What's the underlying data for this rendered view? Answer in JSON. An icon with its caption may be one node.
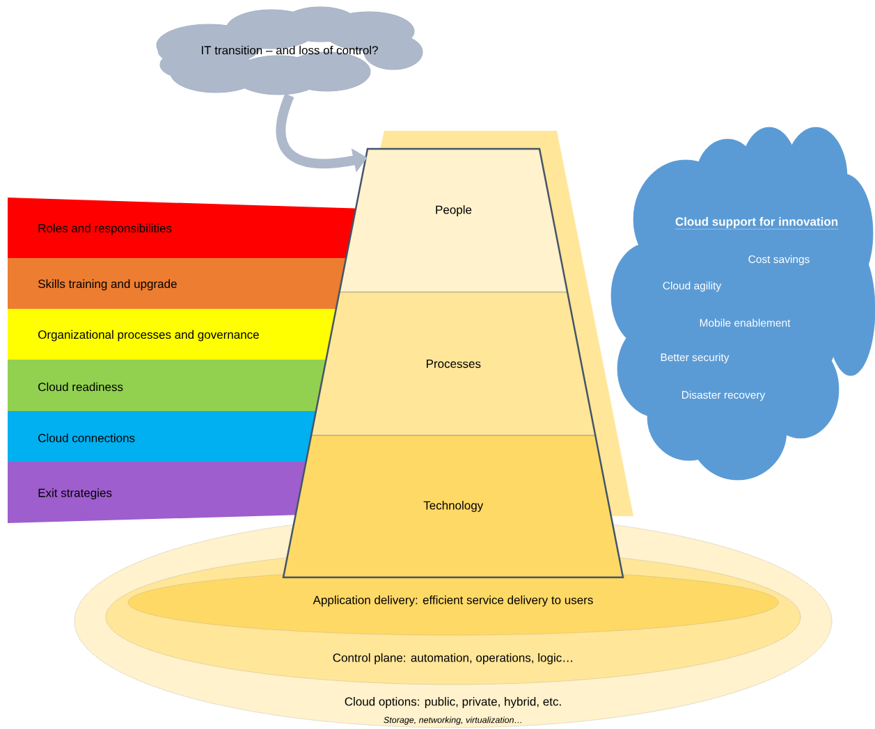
{
  "diagram": {
    "nodes": [
      {
        "text": [
          "IT transition – and loss of control?"
        ]
      },
      {
        "text": [
          "People"
        ]
      },
      {
        "text": [
          "Processes"
        ]
      },
      {
        "text": [
          "Technology"
        ]
      },
      {
        "text": [
          "Roles and responsibilities"
        ]
      },
      {
        "text": [
          "Skills training and upgrade"
        ]
      },
      {
        "text": [
          "Organizational processes and governance"
        ]
      },
      {
        "text": [
          "Cloud readiness"
        ]
      },
      {
        "text": [
          "Cloud connections"
        ]
      },
      {
        "text": [
          "Exit strategies"
        ]
      },
      {
        "text": [
          "Cloud support for innovation",
          "Cost savings",
          "Cloud agility",
          "Mobile enablement",
          "Better security",
          "Disaster recovery"
        ]
      },
      {
        "text": [
          "Cloud options: public, private, hybrid, etc.",
          "Storage, networking, virtualization…"
        ]
      },
      {
        "text": [
          "Control plane: automation, operations, logic…"
        ],
        "in": 11
      },
      {
        "text": [
          "Application delivery: efficient service delivery to users"
        ],
        "in": 12
      }
    ],
    "edges": [
      {
        "from": 0,
        "to": 1,
        "arrow": "to"
      }
    ]
  }
}
